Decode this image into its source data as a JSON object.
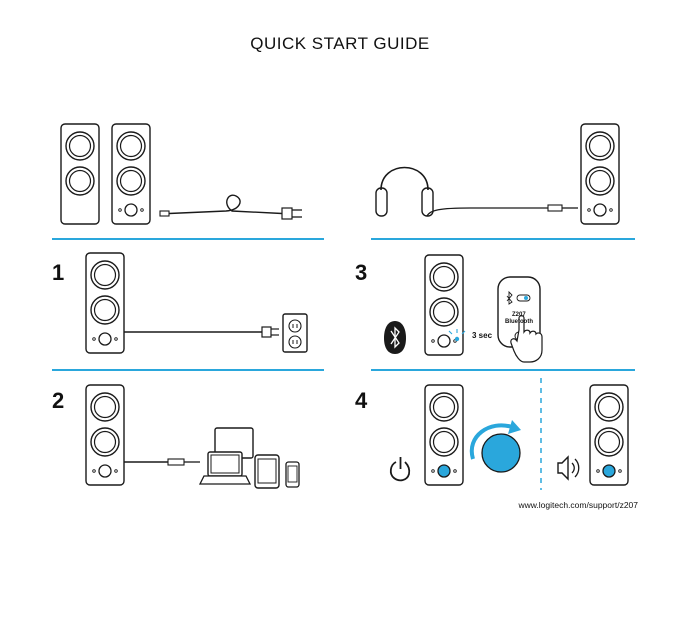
{
  "title": "QUICK START GUIDE",
  "steps": {
    "one": "1",
    "two": "2",
    "three": "3",
    "four": "4"
  },
  "step3": {
    "hold_time": "3 sec",
    "remote_model": "Z207",
    "remote_label": "Bluetooth"
  },
  "support_url": "www.logitech.com/support/z207",
  "colors": {
    "accent": "#2aa7dc",
    "ink": "#1a1a1a"
  },
  "icons": [
    "speaker-icon",
    "power-plug-icon",
    "headphones-icon",
    "wall-outlet-icon",
    "laptop-icon",
    "tablet-icon",
    "phone-icon",
    "bluetooth-icon",
    "hand-press-icon",
    "power-icon",
    "volume-knob-icon",
    "speaker-volume-icon"
  ]
}
